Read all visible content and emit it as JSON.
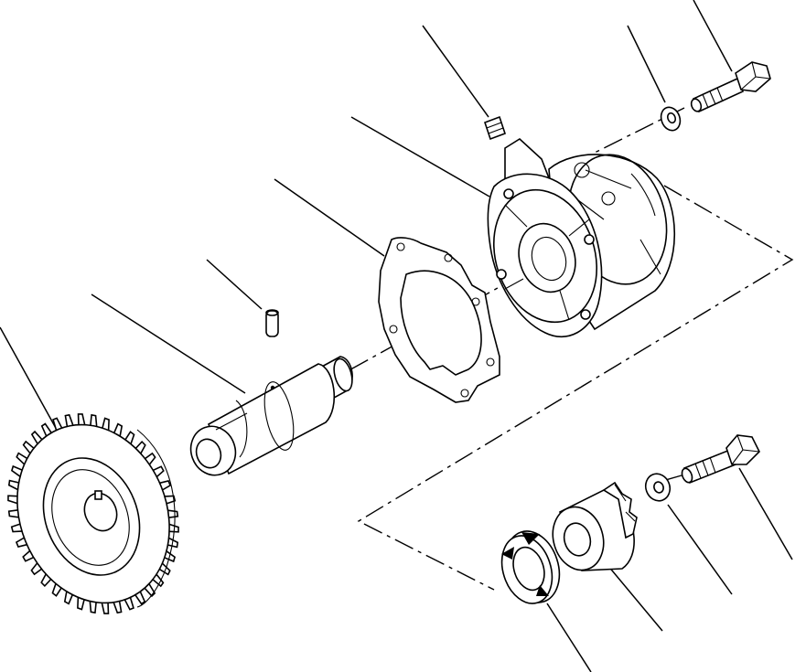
{
  "diagram": {
    "type": "exploded-parts-view",
    "parts": [
      {
        "key": "gear",
        "icon": "helical-gear-icon"
      },
      {
        "key": "shaft",
        "icon": "drive-shaft-icon"
      },
      {
        "key": "pin",
        "icon": "dowel-pin-icon"
      },
      {
        "key": "gasket",
        "icon": "gasket-icon"
      },
      {
        "key": "housing",
        "icon": "pump-housing-icon"
      },
      {
        "key": "plug",
        "icon": "plug-icon"
      },
      {
        "key": "washer-top",
        "icon": "washer-icon"
      },
      {
        "key": "bolt-top",
        "icon": "bolt-icon"
      },
      {
        "key": "bolt-bottom",
        "icon": "bolt-icon"
      },
      {
        "key": "washer-bottom",
        "icon": "washer-icon"
      },
      {
        "key": "rotor",
        "icon": "rotor-icon"
      },
      {
        "key": "thrust-plate",
        "icon": "thrust-plate-icon"
      }
    ]
  }
}
